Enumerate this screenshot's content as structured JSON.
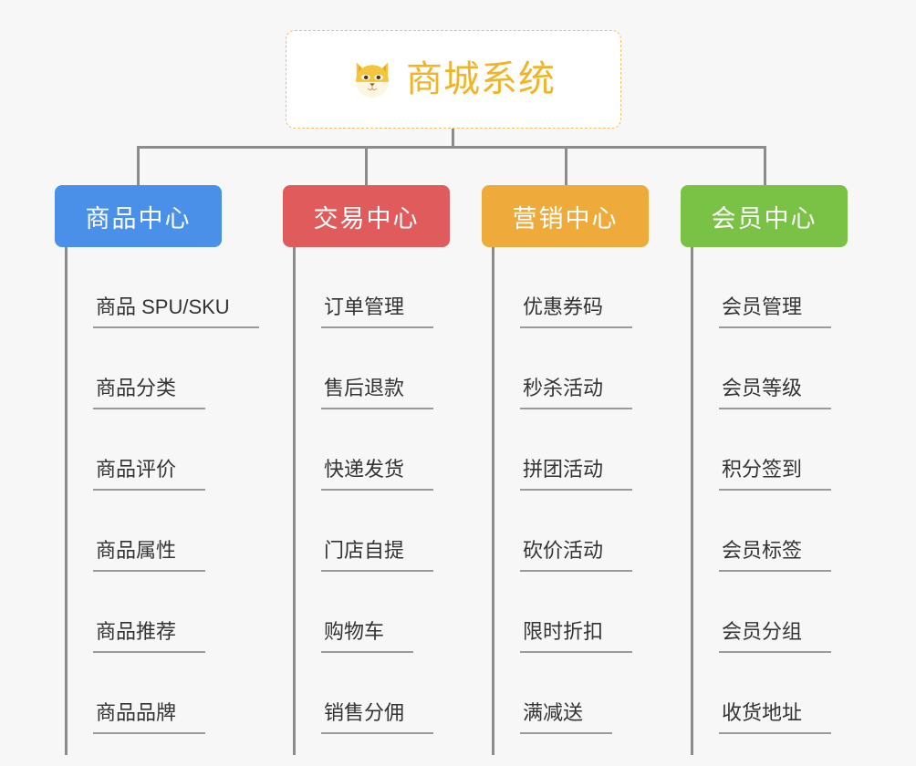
{
  "page": {
    "background_color": "#f7f7f7",
    "diagram_type": "org-chart"
  },
  "root": {
    "title": "商城系统",
    "icon": "shiba-dog-face-icon",
    "border_color": "#f0c069",
    "text_color": "#f0b429",
    "background_color": "#ffffff"
  },
  "connector": {
    "color": "#8c8c8c"
  },
  "columns": [
    {
      "title": "商品中心",
      "color": "#4a90e8",
      "items": [
        "商品 SPU/SKU",
        "商品分类",
        "商品评价",
        "商品属性",
        "商品推荐",
        "商品品牌"
      ]
    },
    {
      "title": "交易中心",
      "color": "#e05c5c",
      "items": [
        "订单管理",
        "售后退款",
        "快递发货",
        "门店自提",
        "购物车",
        "销售分佣"
      ]
    },
    {
      "title": "营销中心",
      "color": "#eeab3c",
      "items": [
        "优惠券码",
        "秒杀活动",
        "拼团活动",
        "砍价活动",
        "限时折扣",
        "满减送"
      ]
    },
    {
      "title": "会员中心",
      "color": "#79c245",
      "items": [
        "会员管理",
        "会员等级",
        "积分签到",
        "会员标签",
        "会员分组",
        "收货地址"
      ]
    }
  ]
}
